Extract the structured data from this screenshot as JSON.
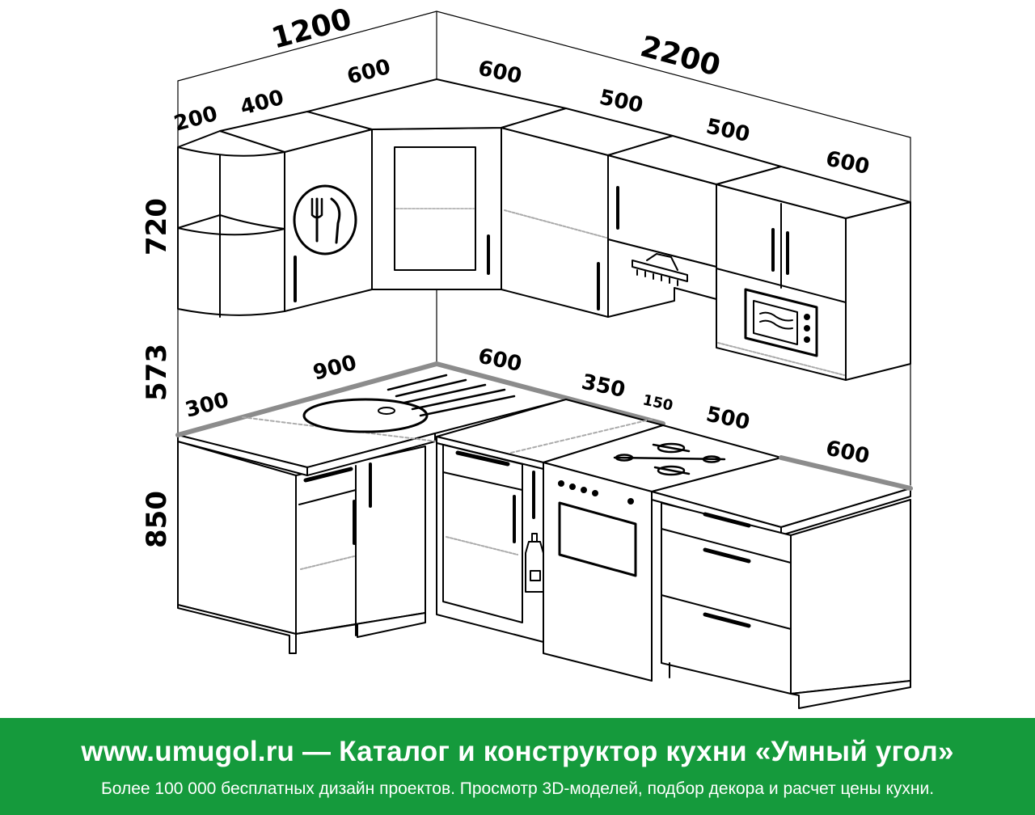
{
  "dimensions": {
    "wall_left_total": "1200",
    "wall_right_total": "2200",
    "upper_left_200": "200",
    "upper_left_400": "400",
    "upper_left_600": "600",
    "upper_right_600": "600",
    "upper_right_500a": "500",
    "upper_right_500b": "500",
    "upper_right_600b": "600",
    "height_upper": "720",
    "height_gap": "573",
    "height_lower": "850",
    "lower_left_300": "300",
    "lower_left_900": "900",
    "lower_right_600": "600",
    "lower_right_350": "350",
    "lower_right_150": "150",
    "lower_right_500": "500",
    "lower_right_600b": "600"
  },
  "banner": {
    "title": "www.umugol.ru — Каталог и конструктор кухни «Умный угол»",
    "subtitle": "Более 100 000 бесплатных дизайн проектов. Просмотр 3D-моделей, подбор декора и расчет цены кухни."
  },
  "colors": {
    "banner_bg": "#159a3c",
    "countertop_edge": "#8c8c8c",
    "line": "#000000"
  }
}
